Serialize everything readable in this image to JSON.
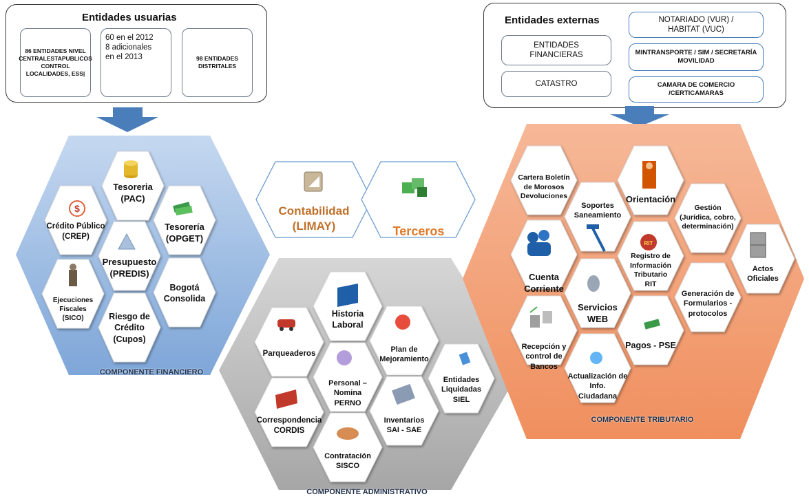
{
  "top_left": {
    "title": "Entidades usuarias",
    "box1": "86 ENTIDADES NIVEL CENTRALESTAPUBLICOS CONTROL LOCALIDADES, ESS|",
    "box2_l1": "60 en el 2012",
    "box2_l2": "8 adicionales",
    "box2_l3": "en el 2013",
    "box3": "98 ENTIDADES DISTRITALES"
  },
  "top_right": {
    "title": "Entidades externas",
    "fin": "ENTIDADES FINANCIERAS",
    "catastro": "CATASTRO",
    "notariado_l1": "NOTARIADO (VUR)  /",
    "notariado_l2": "HABITAT (VUC)",
    "mintrans": "MINTRANSPORTE / SIM / SECRETARÍA MOVILIDAD",
    "camara": "CAMARA DE COMERCIO /CERTICAMARAS"
  },
  "financiero": {
    "label": "COMPONENTE FINANCIERO",
    "tesoreria_pac_1": "Tesoreria",
    "tesoreria_pac_2": "(PAC)",
    "credito_1": "Crédito Público",
    "credito_2": "(CREP)",
    "opget_1": "Tesorería",
    "opget_2": "(OPGET)",
    "presupuesto_1": "Presupuesto",
    "presupuesto_2": "(PREDIS)",
    "sico_1": "Ejecuciones",
    "sico_2": "Fiscales",
    "sico_3": "(SICO)",
    "bogota_1": "Bogotá",
    "bogota_2": "Consolida",
    "riesgo_1": "Riesgo de",
    "riesgo_2": "Crédito",
    "riesgo_3": "(Cupos)"
  },
  "center": {
    "contabilidad_1": "Contabilidad",
    "contabilidad_2": "(LIMAY)",
    "terceros": "Terceros"
  },
  "administrativo": {
    "label": "COMPONENTE ADMINISTRATIVO",
    "historia_1": "Historia",
    "historia_2": "Laboral",
    "parqueaderos": "Parqueaderos",
    "plan_1": "Plan de",
    "plan_2": "Mejoramiento",
    "personal_1": "Personal –",
    "personal_2": "Nomina",
    "personal_3": "PERNO",
    "siel_1": "Entidades",
    "siel_2": "Liquidadas",
    "siel_3": "SIEL",
    "corr_1": "Correspondencia",
    "corr_2": "CORDIS",
    "inv_1": "Inventarios",
    "inv_2": "SAI - SAE",
    "contr_1": "Contratación",
    "contr_2": "SISCO"
  },
  "tributario": {
    "label": "COMPONENTE TRIBUTARIO",
    "cartera_1": "Cartera Boletín",
    "cartera_2": "de Morosos",
    "cartera_3": "Devoluciones",
    "orientacion": "Orientación",
    "soportes_1": "Soportes",
    "soportes_2": "Saneamiento",
    "gestion_1": "Gestión",
    "gestion_2": "(Jurídica, cobro,",
    "gestion_3": "determinación)",
    "cuenta_1": "Cuenta",
    "cuenta_2": "Corriente",
    "rit_1": "Registro de",
    "rit_2": "Información",
    "rit_3": "Tributario",
    "rit_4": "RIT",
    "actos_1": "Actos",
    "actos_2": "Oficiales",
    "servicios_1": "Servicios",
    "servicios_2": "WEB",
    "generacion_1": "Generación de",
    "generacion_2": "Formularios -",
    "generacion_3": "protocolos",
    "recepcion_1": "Recepción y",
    "recepcion_2": "control de",
    "recepcion_3": "Bancos",
    "pagos": "Pagos - PSE",
    "actualizacion_1": "Actualización de",
    "actualizacion_2": "Info.",
    "actualizacion_3": "Ciudadana"
  },
  "colors": {
    "financiero": "#8fb3de",
    "administrativo": "#bdbdbd",
    "tributario": "#f4a582",
    "contabilidad_text": "#c0702a",
    "terceros_text": "#e07a2a"
  }
}
